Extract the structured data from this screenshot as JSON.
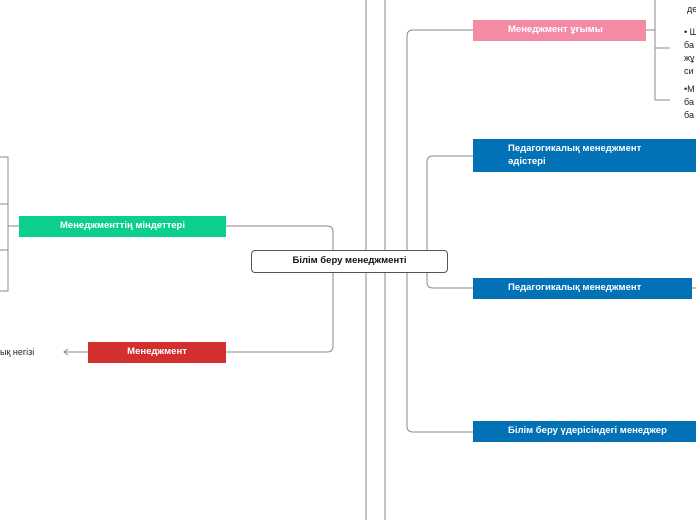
{
  "diagram": {
    "root": {
      "label": "Білім беру менеджменті"
    },
    "left_nodes": [
      {
        "id": "tasks",
        "label": "Менеджменттің міндеттері",
        "color": "#0bcf8a"
      },
      {
        "id": "management",
        "label": "Менеджмент",
        "color": "#d32f2f"
      }
    ],
    "left_fragment": "ық негізі",
    "right_nodes": [
      {
        "id": "concept",
        "label": "Менеджмент ұғымы",
        "color": "#f48ba5"
      },
      {
        "id": "methods",
        "label": "Педагогикалық менеджмент әдістері",
        "color": "#0271b5"
      },
      {
        "id": "ped",
        "label": "Педагогикалық менеджмент",
        "color": "#0271b5"
      },
      {
        "id": "process",
        "label": "Білім беру үдерісіндегі менеджер",
        "color": "#0271b5"
      }
    ],
    "right_fragments": [
      {
        "id": "frag1",
        "lines": [
          "де"
        ]
      },
      {
        "id": "frag2",
        "lines": [
          "• Ш",
          "ба",
          "жұ",
          "си"
        ]
      },
      {
        "id": "frag3",
        "lines": [
          "•М",
          "ба",
          "ба"
        ]
      }
    ]
  }
}
